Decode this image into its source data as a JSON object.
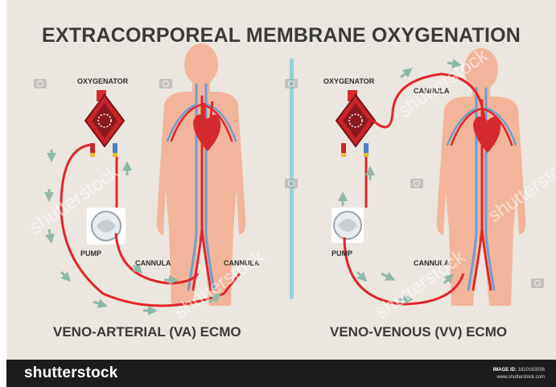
{
  "title": "EXTRACORPOREAL MEMBRANE OXYGENATION",
  "panels": {
    "va": {
      "oxygenator_label": "OXYGENATOR",
      "pump_label": "PUMP",
      "cannula_label_1": "CANNULA",
      "cannula_label_2": "CANNULA",
      "caption": "VENO-ARTERIAL (VA) ECMO"
    },
    "vv": {
      "oxygenator_label": "OXYGENATOR",
      "pump_label": "PUMP",
      "cannula_label_1": "CANNULA",
      "cannula_label_2": "CANNULA",
      "caption": "VENO-VENOUS (VV) ECMO"
    }
  },
  "watermark": "shutterstock",
  "footer": {
    "brand": "shutterstock",
    "image_id_label": "IMAGE ID:",
    "image_id": "1810163056",
    "site": "www.shutterstock.com"
  },
  "colors": {
    "background": "#ebe6df",
    "body": "#f2b59c",
    "artery": "#e3262b",
    "vein": "#6a9fd0",
    "arrow": "#8fb8a8",
    "divider": "#9bcfd6",
    "footer": "#1c1c1c"
  }
}
